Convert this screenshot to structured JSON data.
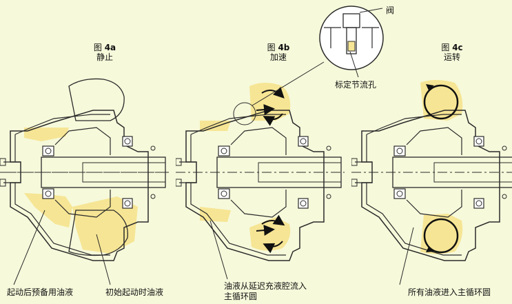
{
  "colors": {
    "background": "#f6f9da",
    "oil": "#f6e594",
    "line": "#2a2a2a"
  },
  "figures": [
    {
      "id": "4a",
      "fig_word": "图",
      "fig_num": "4a",
      "state": "静止"
    },
    {
      "id": "4b",
      "fig_word": "图",
      "fig_num": "4b",
      "state": "加速"
    },
    {
      "id": "4c",
      "fig_word": "图",
      "fig_num": "4c",
      "state": "运转"
    }
  ],
  "callouts": {
    "valve": "阀",
    "orifice": "标定节流孔",
    "a_left": "起动后预备用油液",
    "a_right": "初始起动时油液",
    "b_line1": "油液从延迟充液腔流入",
    "b_line2": "主循环圆",
    "c": "所有油液进入主循环圆"
  }
}
